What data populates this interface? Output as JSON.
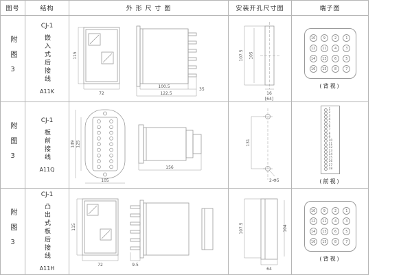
{
  "header": {
    "figure": "图号",
    "structure": "结构",
    "outline": "外 形 尺 寸 图",
    "install": "安装开孔尺寸图",
    "terminal": "端子图"
  },
  "rows": [
    {
      "figure": "附图3",
      "structure_title": "CJ-1",
      "structure_text": "嵌入式后接线",
      "structure_model": "A11K",
      "outline_dims": {
        "height": "115",
        "width": "72",
        "body": "100.5",
        "pins": "35",
        "total": "122.5"
      },
      "install_dims": {
        "h1": "107.5",
        "h2": "105",
        "slot": "16",
        "bracket": "[64]"
      },
      "terminal": {
        "numbers": [
          "10",
          "9",
          "2",
          "1",
          "12",
          "11",
          "4",
          "3",
          "14",
          "13",
          "6",
          "5",
          "16",
          "15",
          "8",
          "7"
        ],
        "view": "(背视)"
      }
    },
    {
      "figure": "附图3",
      "structure_title": "CJ-1",
      "structure_text": "板前接线",
      "structure_model": "A11Q",
      "outline_dims": {
        "h1": "149",
        "h2": "125",
        "width": "105",
        "length": "156"
      },
      "install_dims": {
        "spacing": "131",
        "holes": "2-Φ5"
      },
      "terminal": {
        "numbers": [
          "1",
          "2",
          "3",
          "4",
          "5",
          "6",
          "7",
          "8",
          "9",
          "10",
          "11",
          "12",
          "13",
          "14",
          "15",
          "16",
          "17",
          "18"
        ],
        "view": "(前视)"
      }
    },
    {
      "figure": "附图3",
      "structure_title": "CJ-1",
      "structure_text": "凸出式板后接线",
      "structure_model": "A11H",
      "outline_dims": {
        "height": "115",
        "width": "72",
        "pins": "9.5"
      },
      "install_dims": {
        "h1": "107.5",
        "h2": "104",
        "width": "64"
      },
      "terminal": {
        "numbers": [
          "10",
          "9",
          "2",
          "1",
          "12",
          "11",
          "4",
          "3",
          "14",
          "13",
          "6",
          "5",
          "16",
          "15",
          "8",
          "7"
        ],
        "view": "(背视)"
      }
    }
  ]
}
